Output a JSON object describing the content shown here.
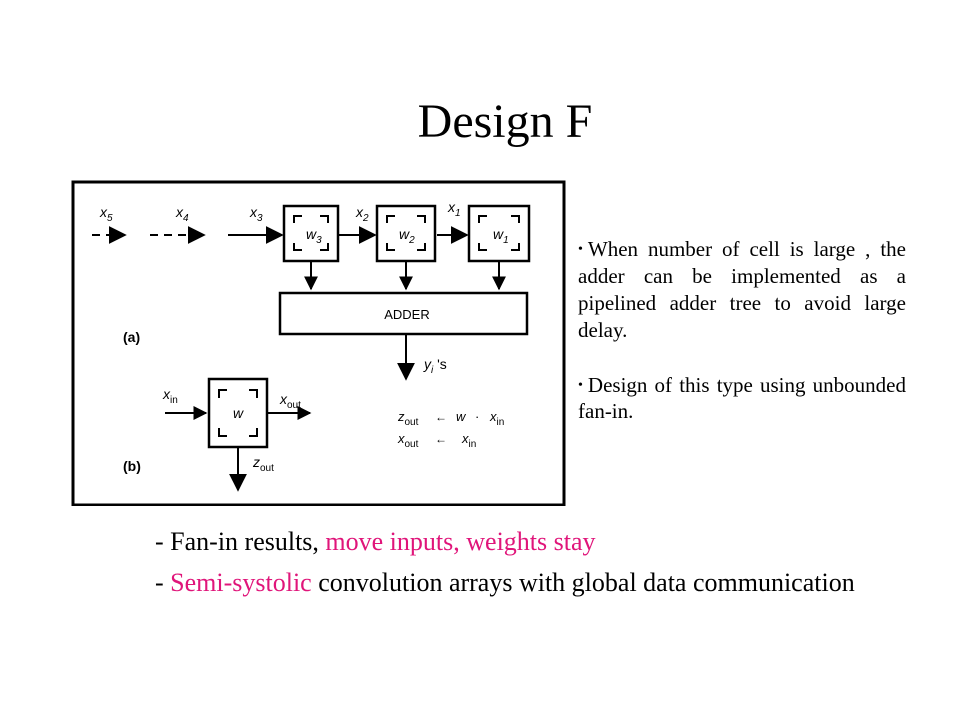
{
  "slide": {
    "title": "Design F"
  },
  "figure": {
    "inputs": {
      "x5": "x",
      "x5_sub": "5",
      "x4": "x",
      "x4_sub": "4",
      "x3": "x",
      "x3_sub": "3",
      "x2": "x",
      "x2_sub": "2",
      "x1": "x",
      "x1_sub": "1"
    },
    "cells": [
      {
        "w": "w",
        "sub": "3"
      },
      {
        "w": "w",
        "sub": "2"
      },
      {
        "w": "w",
        "sub": "1"
      }
    ],
    "adder_label": "ADDER",
    "output_label": "y",
    "output_sub": "i",
    "output_suffix": " 's",
    "label_a": "(a)",
    "label_b": "(b)",
    "stray_dot": ".",
    "cell_b": {
      "w": "w",
      "x_in": "x",
      "x_in_sub": "in",
      "x_out": "x",
      "x_out_sub": "out",
      "z_out": "z",
      "z_out_sub": "out"
    },
    "equations": [
      {
        "lhs": "z",
        "lhs_sub": "out",
        "arrow": "←",
        "rhs1": "w",
        "dot": "·",
        "rhs2": "x",
        "rhs2_sub": "in"
      },
      {
        "lhs": "x",
        "lhs_sub": "out",
        "arrow": "←",
        "rhs1": "",
        "dot": "",
        "rhs2": "x",
        "rhs2_sub": "in"
      }
    ]
  },
  "notes": [
    {
      "bullet": "•",
      "text": "When number of cell is large , the adder can be implemented as a pipelined adder tree to avoid large delay."
    },
    {
      "bullet": "•",
      "text": "Design of this type using unbounded fan-in."
    }
  ],
  "bottom": {
    "line1": {
      "prefix": "- Fan-in results, ",
      "highlight": "move inputs, weights stay",
      "highlight_color": "#e0157a"
    },
    "line2": {
      "prefix": "- ",
      "highlight": "Semi-systolic",
      "suffix": " convolution arrays with global data communication",
      "highlight_color": "#e0157a"
    }
  }
}
